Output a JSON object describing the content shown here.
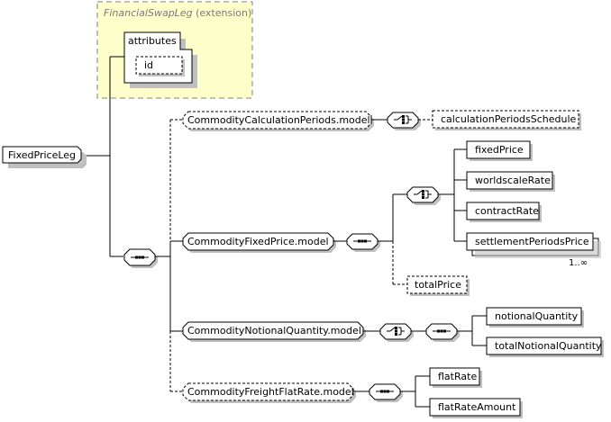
{
  "diagram": {
    "root": {
      "label": "FixedPriceLeg"
    },
    "extension": {
      "base": "FinancialSwapLeg",
      "suffix": "(extension)",
      "attributes_label": "attributes",
      "attributes": [
        {
          "label": "id",
          "optional": true
        }
      ]
    },
    "groups": [
      {
        "label": "CommodityCalculationPeriods.model",
        "optional": true,
        "compositor": "choice",
        "children": [
          {
            "label": "calculationPeriodsSchedule",
            "optional": true
          }
        ]
      },
      {
        "label": "CommodityFixedPrice.model",
        "optional": false,
        "compositor": "sequence",
        "choice": {
          "children": [
            {
              "label": "fixedPrice"
            },
            {
              "label": "worldscaleRate"
            },
            {
              "label": "contractRate"
            },
            {
              "label": "settlementPeriodsPrice",
              "occurrence": "1..∞"
            }
          ]
        },
        "optional_child": {
          "label": "totalPrice"
        }
      },
      {
        "label": "CommodityNotionalQuantity.model",
        "optional": false,
        "compositor": "choice+sequence",
        "children": [
          {
            "label": "notionalQuantity"
          },
          {
            "label": "totalNotionalQuantity"
          }
        ]
      },
      {
        "label": "CommodityFreightFlatRate.model",
        "optional": true,
        "compositor": "sequence",
        "children": [
          {
            "label": "flatRate"
          },
          {
            "label": "flatRateAmount"
          }
        ]
      }
    ]
  }
}
